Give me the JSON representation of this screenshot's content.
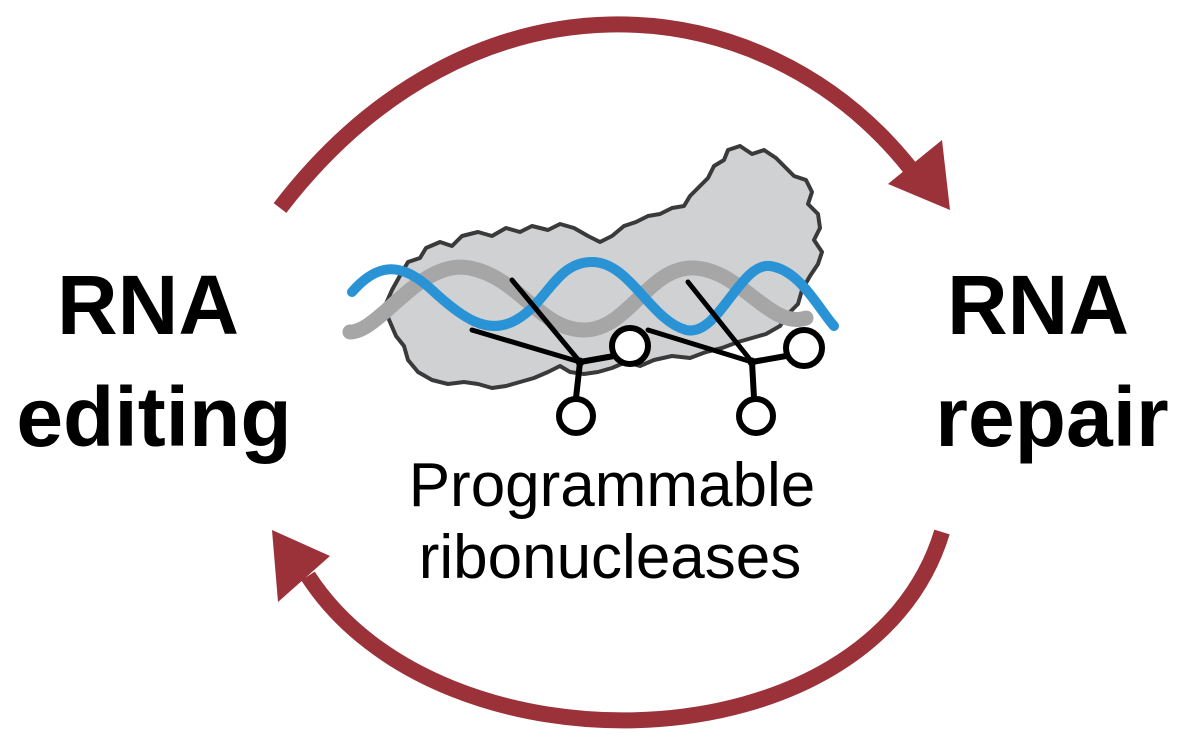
{
  "left_label": {
    "line1": "RNA",
    "line2": "editing"
  },
  "right_label": {
    "line1": "RNA",
    "line2": "repair"
  },
  "center_label": {
    "line1": "Programmable",
    "line2": "ribonucleases"
  },
  "colors": {
    "arrow": "#9b3139",
    "protein_fill": "#d0d1d3",
    "protein_outline": "#3a3a3a",
    "strand_blue": "#2a93d5",
    "strand_gray": "#a6a6a6",
    "scissors": "#000000",
    "text": "#000000"
  },
  "icons": [
    "protein-blob-icon",
    "rna-double-helix-icon",
    "scissors-icon",
    "scissors-icon"
  ]
}
